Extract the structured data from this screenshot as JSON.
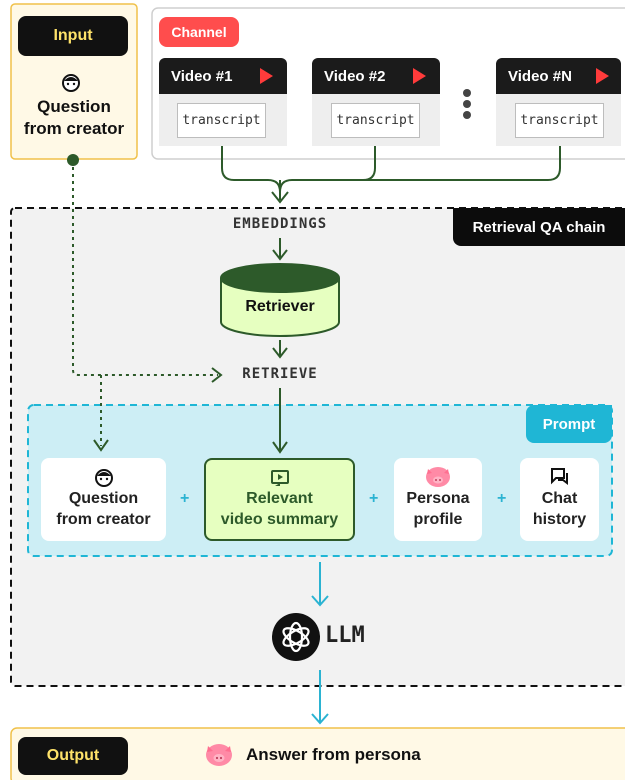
{
  "input": {
    "label": "Input",
    "line1": "Question",
    "line2": "from creator",
    "icon": "face-icon"
  },
  "channel": {
    "label": "Channel",
    "videos": [
      {
        "title": "Video #1",
        "transcript": "transcript"
      },
      {
        "title": "Video #2",
        "transcript": "transcript"
      },
      {
        "title": "Video #N",
        "transcript": "transcript"
      }
    ]
  },
  "chain": {
    "label": "Retrieval QA chain",
    "embeddings": "EMBEDDINGS",
    "retriever": "Retriever",
    "retrieve": "RETRIEVE",
    "llm": "LLM"
  },
  "prompt": {
    "label": "Prompt",
    "cards": [
      {
        "line1": "Question",
        "line2": "from creator",
        "icon": "face-icon"
      },
      {
        "line1": "Relevant",
        "line2": "video summary",
        "icon": "video-summary-icon"
      },
      {
        "line1": "Persona",
        "line2": "profile",
        "icon": "pig-icon"
      },
      {
        "line1": "Chat",
        "line2": "history",
        "icon": "chat-icon"
      }
    ],
    "plus": "+"
  },
  "output": {
    "label": "Output",
    "text": "Answer from persona",
    "icon": "pig-icon"
  },
  "colors": {
    "accent_yellow": "#ffe36a",
    "input_border": "#f0c14a",
    "channel_red": "#ff4d4d",
    "flow_green": "#2d5a2a",
    "retriever_green": "#e6ffc0",
    "prompt_cyan": "#1fb6d5",
    "prompt_bg": "#cdeef5",
    "chain_bg": "#f2f2f2"
  }
}
